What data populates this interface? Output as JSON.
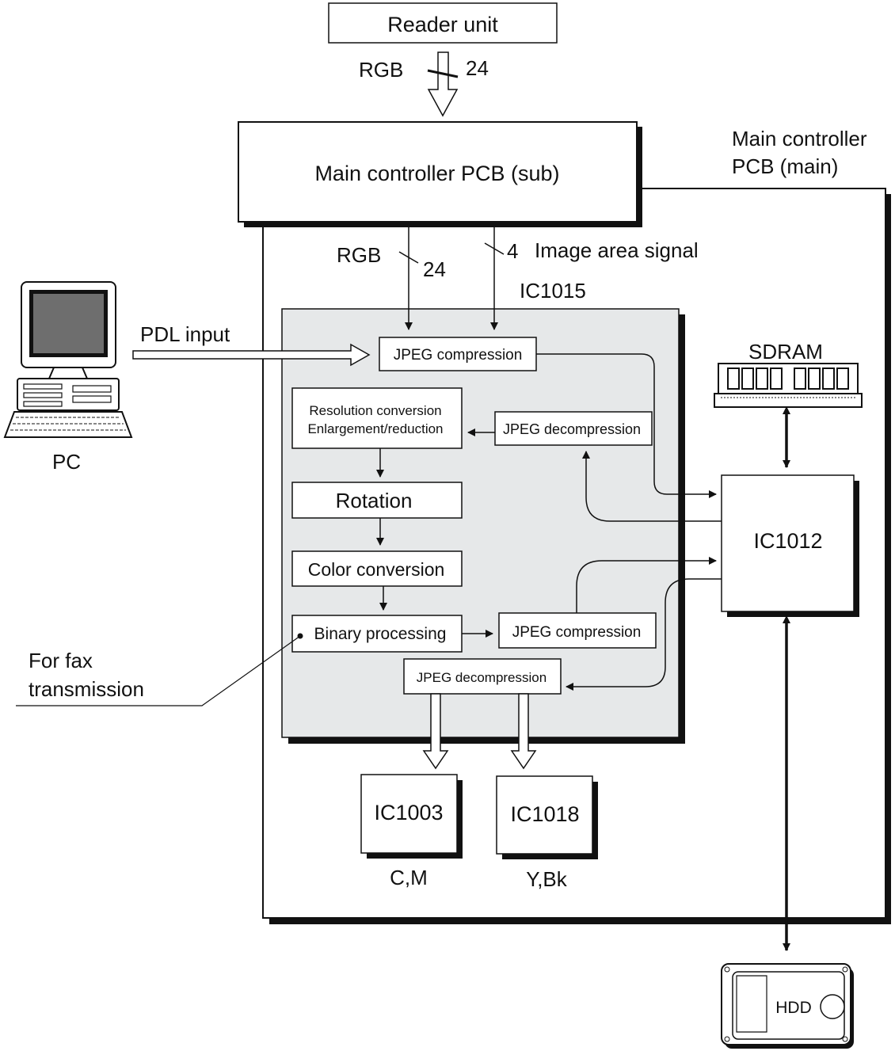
{
  "diagram": {
    "reader_unit": "Reader unit",
    "reader_signal": "RGB",
    "reader_bits": "24",
    "main_sub": "Main controller PCB (sub)",
    "main_main_line1": "Main controller",
    "main_main_line2": "PCB (main)",
    "rgb_signal": "RGB",
    "rgb_bits": "24",
    "area_bits": "4",
    "area_signal": "Image area signal",
    "ic1015": "IC1015",
    "pdl_input": "PDL input",
    "pc": "PC",
    "jpeg_comp_1": "JPEG compression",
    "res_line1": "Resolution conversion",
    "res_line2": "Enlargement/reduction",
    "jpeg_decomp_1": "JPEG decompression",
    "rotation": "Rotation",
    "color_conv": "Color conversion",
    "binary": "Binary processing",
    "jpeg_comp_2": "JPEG compression",
    "jpeg_decomp_2": "JPEG decompression",
    "fax_line1": "For fax",
    "fax_line2": "transmission",
    "sdram": "SDRAM",
    "ic1012": "IC1012",
    "ic1003": "IC1003",
    "ic1018": "IC1018",
    "cm": "C,M",
    "ybk": "Y,Bk",
    "hdd": "HDD"
  }
}
